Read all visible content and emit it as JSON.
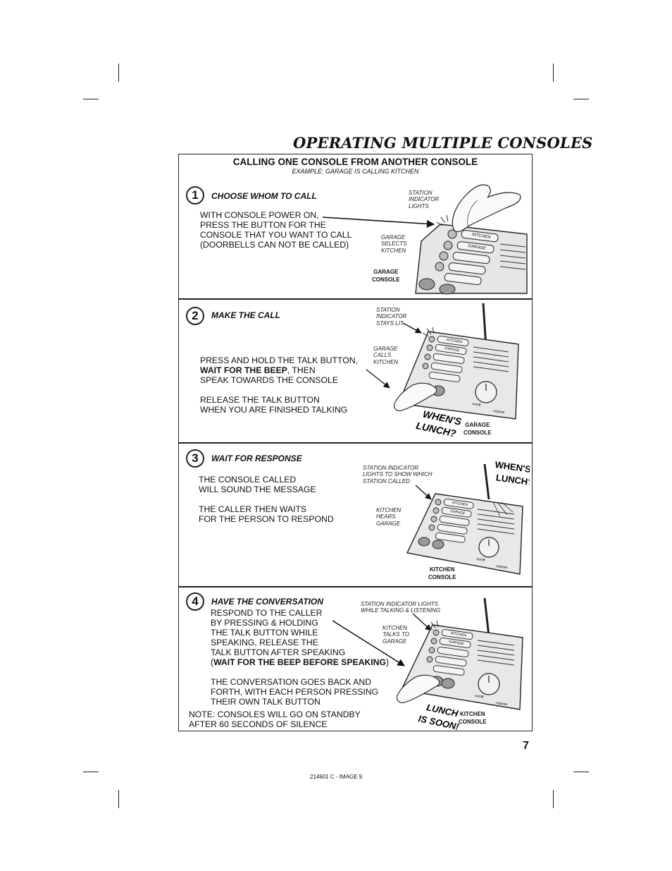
{
  "title": "OPERATING MULTIPLE CONSOLES",
  "section": {
    "heading": "CALLING ONE CONSOLE FROM ANOTHER CONSOLE",
    "subheading": "EXAMPLE: GARAGE IS CALLING KITCHEN"
  },
  "steps": [
    {
      "number": "1",
      "title": "CHOOSE WHOM TO CALL",
      "body": "WITH CONSOLE POWER ON,\nPRESS THE BUTTON FOR THE\nCONSOLE THAT YOU WANT TO CALL\n(DOORBELLS CAN NOT BE CALLED)",
      "caption_a": "STATION\nINDICATOR\nLIGHTS",
      "caption_b": "GARAGE\nSELECTS\nKITCHEN",
      "console_label": "GARAGE\nCONSOLE"
    },
    {
      "number": "2",
      "title": "MAKE THE CALL",
      "body_line1": "PRESS AND HOLD THE TALK BUTTON,",
      "body_bold": "WAIT FOR THE BEEP",
      "body_after_bold": ", THEN",
      "body_line3": "SPEAK TOWARDS THE CONSOLE",
      "body_line4": "RELEASE THE TALK BUTTON\nWHEN YOU ARE FINISHED TALKING",
      "caption_a": "STATION\nINDICATOR\nSTAYS LIT",
      "caption_b": "GARAGE\nCALLS\nKITCHEN",
      "speech": "WHEN'S\nLUNCH?",
      "console_label": "GARAGE\nCONSOLE"
    },
    {
      "number": "3",
      "title": "WAIT FOR RESPONSE",
      "body": "THE CONSOLE CALLED\nWILL SOUND THE MESSAGE\n\nTHE CALLER THEN WAITS\nFOR THE PERSON TO RESPOND",
      "caption_a": "STATION INDICATOR\nLIGHTS TO SHOW WHICH\nSTATION CALLED",
      "caption_b": "KITCHEN\nHEARS\nGARAGE",
      "speech": "WHEN'S\nLUNCH?",
      "console_label": "KITCHEN\nCONSOLE"
    },
    {
      "number": "4",
      "title": "HAVE THE CONVERSATION",
      "body_a": "RESPOND TO THE CALLER\nBY PRESSING & HOLDING\nTHE TALK BUTTON WHILE\nSPEAKING, RELEASE THE\nTALK BUTTON AFTER SPEAKING",
      "body_paren_open": "(",
      "body_bold": "WAIT FOR THE BEEP BEFORE SPEAKING",
      "body_paren_close": ")",
      "body_b": "THE CONVERSATION GOES BACK AND\nFORTH, WITH EACH PERSON PRESSING\nTHEIR OWN TALK BUTTON",
      "note": "NOTE: CONSOLES WILL GO ON STANDBY\nAFTER 60 SECONDS OF SILENCE",
      "caption_a": "STATION INDICATOR LIGHTS\nWHILE TALKING & LISTENING",
      "caption_b": "KITCHEN\nTALKS TO\nGARAGE",
      "speech": "LUNCH\nIS SOON!",
      "console_label": "KITCHEN\nCONSOLE"
    }
  ],
  "console_text": {
    "kitchen": "KITCHEN",
    "garage": "GARAGE",
    "onoff": "on/off",
    "volume": "volume"
  },
  "page_number": "7",
  "footer_code": "214601 C - IMAGE 9"
}
